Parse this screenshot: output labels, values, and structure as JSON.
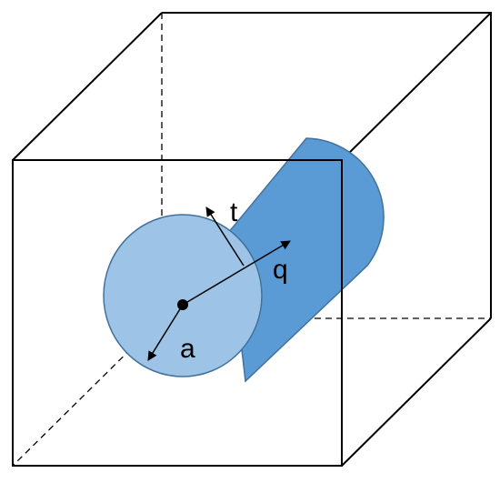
{
  "diagram": {
    "labels": {
      "t": "t",
      "q": "q",
      "a": "a"
    },
    "colors": {
      "cylinder_body": "#5b9bd5",
      "cylinder_face": "#9dc3e6",
      "cylinder_outline": "#41719c",
      "lines": "#000000"
    }
  }
}
